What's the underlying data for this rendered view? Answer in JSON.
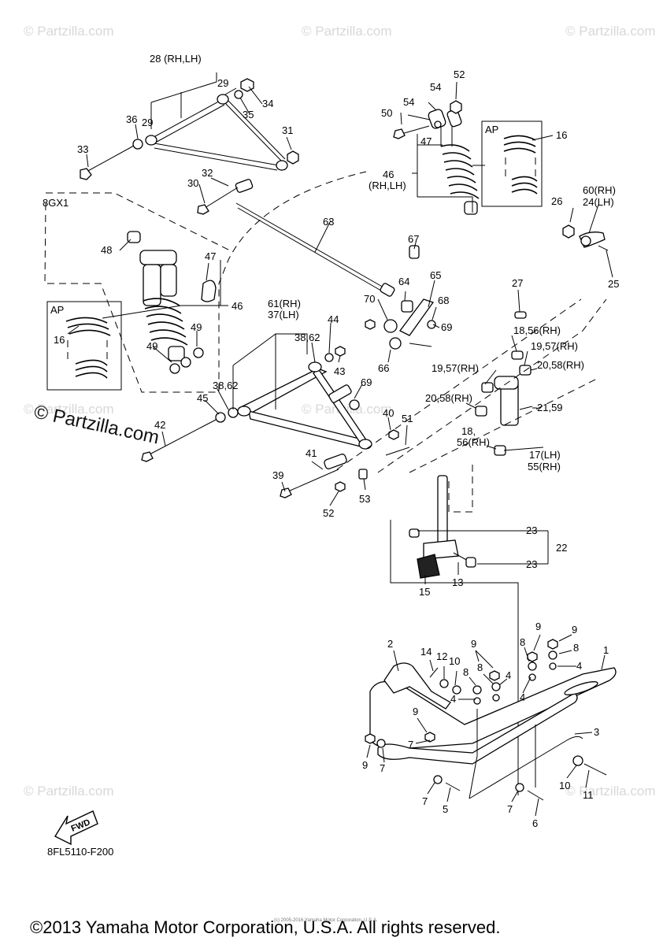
{
  "watermarks": {
    "top_left": "© Partzilla.com",
    "top_center": "© Partzilla.com",
    "top_right": "© Partzilla.com",
    "mid_left": "© Partzilla.com",
    "mid_center": "© Partzilla.com",
    "bottom_left": "© Partzilla.com",
    "bottom_right": "© Partzilla.com",
    "main": "© Partzilla.com",
    "small_note": "(c) 2005-2016 Yamaha Motor Corporation, U.S.A."
  },
  "footer": {
    "drawing_code": "8FL5110-F200",
    "copyright": "©2013 Yamaha Motor Corporation, U.S.A. All rights reserved."
  },
  "arrow": {
    "label": "FWD"
  },
  "boxes": {
    "ap_left": "AP",
    "ap_right": "AP",
    "variant": "8GX1"
  },
  "labels": {
    "l28": "28 (RH,LH)",
    "l29a": "29",
    "l29b": "29",
    "l34": "34",
    "l35": "35",
    "l36": "36",
    "l31": "31",
    "l33": "33",
    "l32": "32",
    "l30": "30",
    "l50": "50",
    "l54a": "54",
    "l54b": "54",
    "l52a": "52",
    "l47a": "47",
    "l16a": "16",
    "l46a": "46",
    "l46b": "(RH,LH)",
    "l26": "26",
    "l60": "60(RH)",
    "l24": "24(LH)",
    "l25": "25",
    "l63": "63",
    "l48": "48",
    "l47b": "47",
    "l46c": "46",
    "l16b": "16",
    "l49a": "49",
    "l49b": "49",
    "l67": "67",
    "l65": "65",
    "l64": "64",
    "l68": "68",
    "l70": "70",
    "l69a": "69",
    "l66": "66",
    "l27": "27",
    "l61": "61(RH)",
    "l37": "37(LH)",
    "l44": "44",
    "l38a": "38,62",
    "l43": "43",
    "l1856a": "18,56(RH)",
    "l1957a": "19,57(RH)",
    "l2058a": "20,58(RH)",
    "l1957b": "19,57(RH)",
    "l2058b": "20,58(RH)",
    "l2159": "21,59",
    "l38b": "38,62",
    "l45": "45",
    "l69b": "69",
    "l40": "40",
    "l51": "51",
    "l18": "18,",
    "l56": "56(RH)",
    "l17": "17(LH)",
    "l55": "55(RH)",
    "l42": "42",
    "l41": "41",
    "l39": "39",
    "l53": "53",
    "l52b": "52",
    "l23a": "23",
    "l22": "22",
    "l23b": "23",
    "l13": "13",
    "l15": "15",
    "l2": "2",
    "l14": "14",
    "l12": "12",
    "l10a": "10",
    "l8a": "8",
    "l9a": "9",
    "l8b": "8",
    "l4a": "4",
    "l4b": "4",
    "l8c": "8",
    "l9b": "9",
    "l9c": "9",
    "l8d": "8",
    "l4c": "4",
    "l4d": "4",
    "l1": "1",
    "l9d": "9",
    "l7a": "7",
    "l9e": "9",
    "l7b": "7",
    "l3": "3",
    "l7c": "7",
    "l5": "5",
    "l7d": "7",
    "l6": "6",
    "l10b": "10",
    "l11": "11"
  }
}
